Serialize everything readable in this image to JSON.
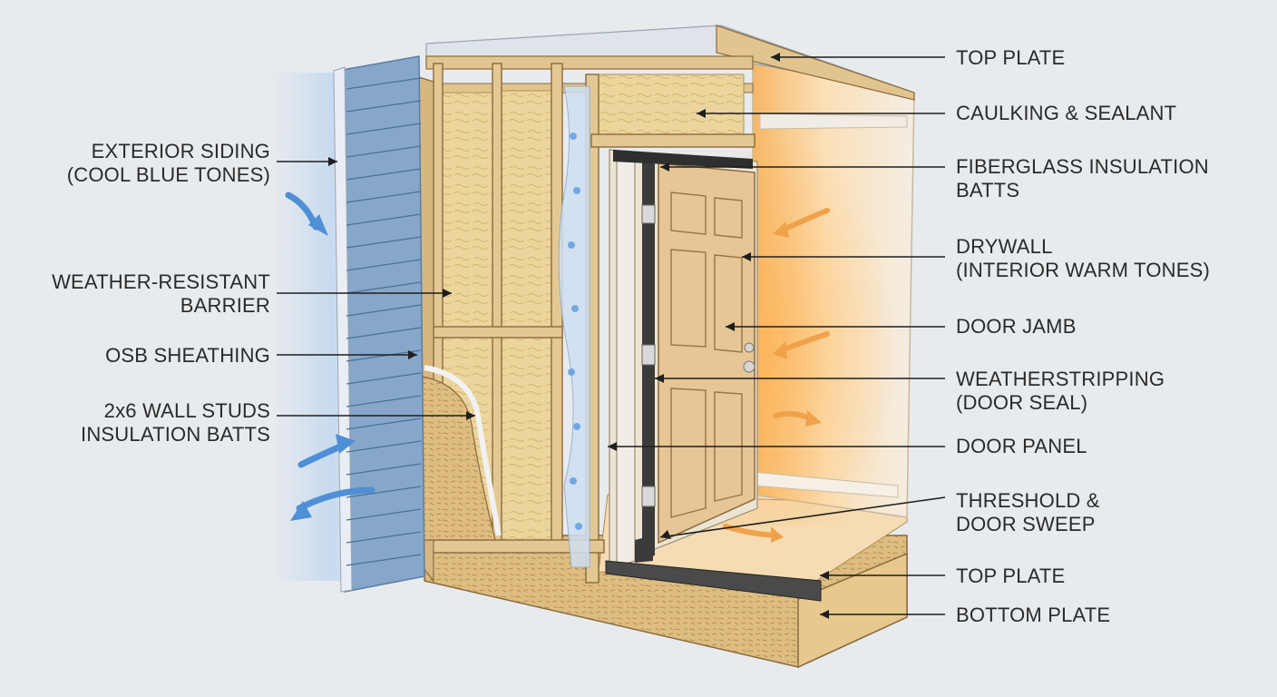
{
  "labels_left": [
    {
      "id": "exterior-siding",
      "lines": [
        "EXTERIOR SIDING",
        "(COOL BLUE TONES)"
      ]
    },
    {
      "id": "weather-barrier",
      "lines": [
        "WEATHER-RESISTANT",
        "BARRIER"
      ]
    },
    {
      "id": "osb-sheathing",
      "lines": [
        "OSB SHEATHING"
      ]
    },
    {
      "id": "wall-studs",
      "lines": [
        "2x6 WALL STUDS",
        "INSULATION BATTS"
      ]
    }
  ],
  "labels_right": [
    {
      "id": "top-plate-upper",
      "lines": [
        "TOP PLATE"
      ]
    },
    {
      "id": "caulking-sealant",
      "lines": [
        "CAULKING & SEALANT"
      ]
    },
    {
      "id": "fiberglass-batts",
      "lines": [
        "FIBERGLASS INSULATION",
        "BATTS"
      ]
    },
    {
      "id": "drywall",
      "lines": [
        "DRYWALL",
        "(INTERIOR WARM TONES)"
      ]
    },
    {
      "id": "door-jamb",
      "lines": [
        "DOOR JAMB"
      ]
    },
    {
      "id": "weatherstripping",
      "lines": [
        "WEATHERSTRIPPING",
        "(DOOR SEAL)"
      ]
    },
    {
      "id": "door-panel",
      "lines": [
        "DOOR PANEL"
      ]
    },
    {
      "id": "threshold-sweep",
      "lines": [
        "THRESHOLD &",
        "DOOR SWEEP"
      ]
    },
    {
      "id": "top-plate-lower",
      "lines": [
        "TOP PLATE"
      ]
    },
    {
      "id": "bottom-plate",
      "lines": [
        "BOTTOM PLATE"
      ]
    }
  ],
  "colors": {
    "background": "#e8ebee",
    "siding": "#7ea0c4",
    "insulation": "#e8d39a",
    "wood": "#e2c48e",
    "osb": "#d9b77c",
    "interior_warm": "#f6c987",
    "airflow_cold": "#4f8fd6",
    "airflow_warm": "#f0a24a",
    "leader_line": "#1e1e1e"
  }
}
